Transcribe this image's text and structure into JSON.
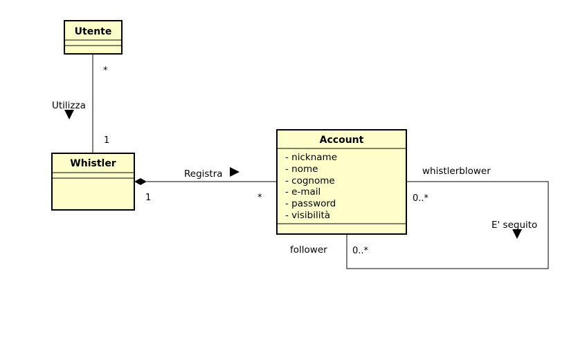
{
  "classes": {
    "utente": {
      "name": "Utente",
      "attributes": []
    },
    "whistler": {
      "name": "Whistler",
      "attributes": []
    },
    "account": {
      "name": "Account",
      "attributes": [
        "- nickname",
        "- nome",
        "- cognome",
        "- e-mail",
        "- password",
        "- visibilità"
      ]
    }
  },
  "associations": {
    "utilizza": {
      "label": "Utilizza",
      "mult_utente": "*",
      "mult_whistler": "1"
    },
    "registra": {
      "label": "Registra",
      "mult_whistler": "1",
      "mult_account": "*"
    },
    "e_seguito": {
      "label": "E' seguito",
      "role_whistlerblower": "whistlerblower",
      "mult_whistlerblower": "0..*",
      "role_follower": "follower",
      "mult_follower": "0..*"
    }
  },
  "colors": {
    "class_fill": "#ffffcc",
    "stroke": "#000000"
  }
}
